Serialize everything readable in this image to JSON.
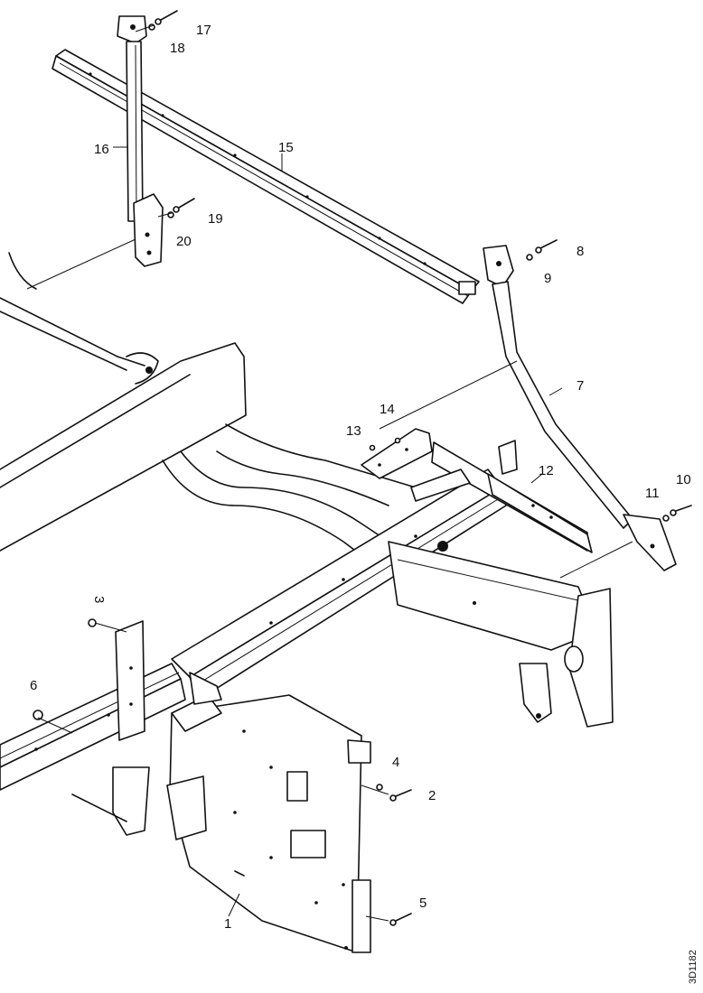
{
  "diagram": {
    "reference_code": "3D1182",
    "callouts": [
      {
        "id": "c1",
        "text": "1"
      },
      {
        "id": "c2",
        "text": "2"
      },
      {
        "id": "c3",
        "text": "3"
      },
      {
        "id": "c4",
        "text": "4"
      },
      {
        "id": "c5",
        "text": "5"
      },
      {
        "id": "c6",
        "text": "6"
      },
      {
        "id": "c7",
        "text": "7"
      },
      {
        "id": "c8",
        "text": "8"
      },
      {
        "id": "c9",
        "text": "9"
      },
      {
        "id": "c10",
        "text": "10"
      },
      {
        "id": "c11",
        "text": "11"
      },
      {
        "id": "c12",
        "text": "12"
      },
      {
        "id": "c13",
        "text": "13"
      },
      {
        "id": "c14",
        "text": "14"
      },
      {
        "id": "c15",
        "text": "15"
      },
      {
        "id": "c16",
        "text": "16"
      },
      {
        "id": "c17",
        "text": "17"
      },
      {
        "id": "c18",
        "text": "18"
      },
      {
        "id": "c19",
        "text": "19"
      },
      {
        "id": "c20",
        "text": "20"
      }
    ]
  }
}
